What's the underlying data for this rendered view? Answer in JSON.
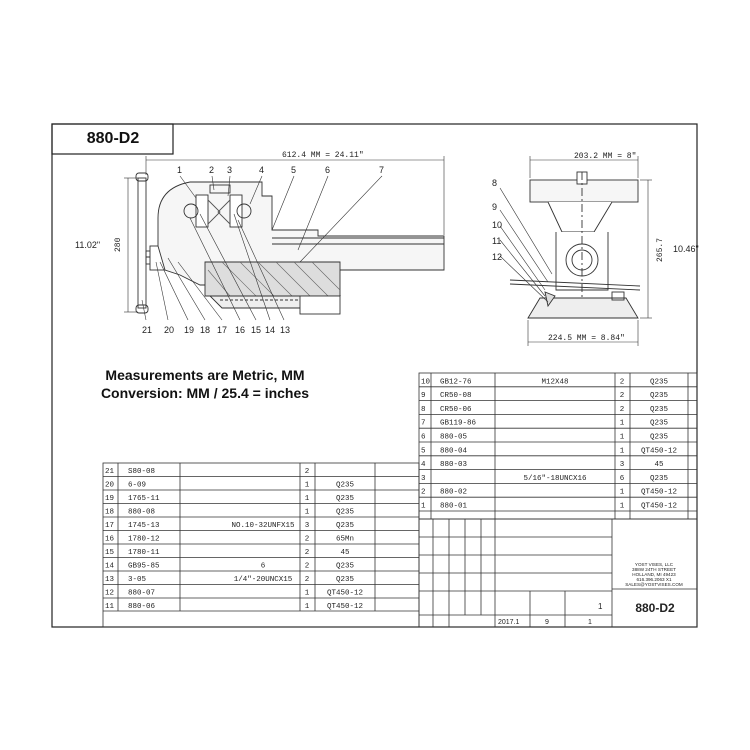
{
  "drawing": {
    "title": "880-D2",
    "conversion_line1": "Measurements are Metric, MM",
    "conversion_line2": "Conversion:  MM / 25.4 = inches"
  },
  "dimensions": {
    "length": "612.4 MM = 24.11\"",
    "height_mm": "280",
    "height_in": "11.02\"",
    "width": "203.2  MM = 8\"",
    "side_height_mm": "265.7",
    "side_height_in": "10.46\"",
    "base": "224.5  MM = 8.84\""
  },
  "callouts_side": [
    "1",
    "2",
    "3",
    "4",
    "5",
    "6",
    "7"
  ],
  "callouts_bottom": [
    "21",
    "20",
    "19",
    "18",
    "17",
    "16",
    "15",
    "14",
    "13"
  ],
  "callouts_end": [
    "8",
    "9",
    "10",
    "11",
    "12"
  ],
  "bom_right": [
    {
      "no": "10",
      "code": "GB12-76",
      "spec": "M12X48",
      "qty": "2",
      "mat": "Q235"
    },
    {
      "no": "9",
      "code": "CR50-08",
      "spec": "",
      "qty": "2",
      "mat": "Q235"
    },
    {
      "no": "8",
      "code": "CR50-06",
      "spec": "",
      "qty": "2",
      "mat": "Q235"
    },
    {
      "no": "7",
      "code": "GB119-86",
      "spec": "",
      "qty": "1",
      "mat": "Q235"
    },
    {
      "no": "6",
      "code": "880-05",
      "spec": "",
      "qty": "1",
      "mat": "Q235"
    },
    {
      "no": "5",
      "code": "880-04",
      "spec": "",
      "qty": "1",
      "mat": "QT450-12"
    },
    {
      "no": "4",
      "code": "880-03",
      "spec": "",
      "qty": "3",
      "mat": "45"
    },
    {
      "no": "3",
      "code": "",
      "spec": "5/16\"-18UNCX16",
      "qty": "6",
      "mat": "Q235"
    },
    {
      "no": "2",
      "code": "880-02",
      "spec": "",
      "qty": "1",
      "mat": "QT450-12"
    },
    {
      "no": "1",
      "code": "880-01",
      "spec": "",
      "qty": "1",
      "mat": "QT450-12"
    }
  ],
  "bom_left": [
    {
      "no": "21",
      "code": "S80-08",
      "spec": "",
      "qty": "2",
      "mat": ""
    },
    {
      "no": "20",
      "code": "6-09",
      "spec": "",
      "qty": "1",
      "mat": "Q235"
    },
    {
      "no": "19",
      "code": "1765-11",
      "spec": "",
      "qty": "1",
      "mat": "Q235"
    },
    {
      "no": "18",
      "code": "880-08",
      "spec": "",
      "qty": "1",
      "mat": "Q235"
    },
    {
      "no": "17",
      "code": "1745-13",
      "spec": "NO.10-32UNFX15",
      "qty": "3",
      "mat": "Q235"
    },
    {
      "no": "16",
      "code": "1780-12",
      "spec": "",
      "qty": "2",
      "mat": "65Mn"
    },
    {
      "no": "15",
      "code": "1780-11",
      "spec": "",
      "qty": "2",
      "mat": "45"
    },
    {
      "no": "14",
      "code": "GB95-85",
      "spec": "6",
      "qty": "2",
      "mat": "Q235"
    },
    {
      "no": "13",
      "code": "3-05",
      "spec": "1/4\"-20UNCX15",
      "qty": "2",
      "mat": "Q235"
    },
    {
      "no": "12",
      "code": "880-07",
      "spec": "",
      "qty": "1",
      "mat": "QT450-12"
    },
    {
      "no": "11",
      "code": "880-06",
      "spec": "",
      "qty": "1",
      "mat": "QT450-12"
    }
  ],
  "title_block": {
    "company": [
      "YOST VISES, LLC",
      "388W 24TH STREET",
      "HOLLAND, MI  49423",
      "616.396.2063 X1",
      "SALES@YOSTVISES.COM"
    ],
    "part_no": "880-D2",
    "scale": "1",
    "date": "2017.1",
    "sheets": "9",
    "sheet": "1"
  }
}
